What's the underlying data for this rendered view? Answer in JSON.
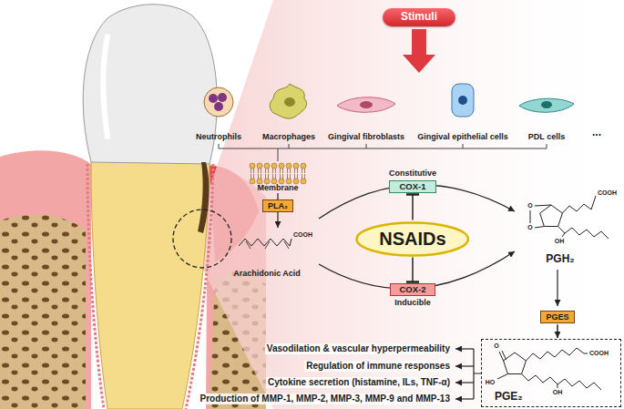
{
  "diagram": {
    "nodes": [
      {
        "text": [
          "Stimuli"
        ]
      },
      {
        "text": [
          "PLA₂"
        ]
      },
      {
        "text": [
          "Constitutive",
          "COX-1"
        ]
      },
      {
        "text": [
          "NSAIDs"
        ]
      },
      {
        "text": [
          "COX-2",
          "Inducible"
        ]
      },
      {
        "text": [
          "PGES"
        ]
      },
      {
        "text": [
          "PGE₂"
        ]
      }
    ],
    "edges": [
      {
        "from": 3,
        "to": 2,
        "arrow": "to"
      },
      {
        "from": 3,
        "to": 4,
        "arrow": "to"
      },
      {
        "from": 5,
        "to": 6,
        "arrow": "to"
      }
    ],
    "labels": [
      "Neutrophils",
      "Macrophages",
      "Gingival fibroblasts",
      "Gingival epithelial cells",
      "PDL cells",
      "...",
      "Membrane",
      "Arachidonic Acid",
      "COOH",
      "PGH₂",
      "COOH",
      "O",
      "O",
      "OH",
      "O",
      "HO",
      "COOH",
      "OH",
      "Vasodilation & vascular hyperpermeability",
      "Regulation of immune responses",
      "Cytokine secretion (histamine, ILs, TNF-α)",
      "Production of MMP-1, MMP-2, MMP-3, MMP-9 and MMP-13"
    ]
  }
}
